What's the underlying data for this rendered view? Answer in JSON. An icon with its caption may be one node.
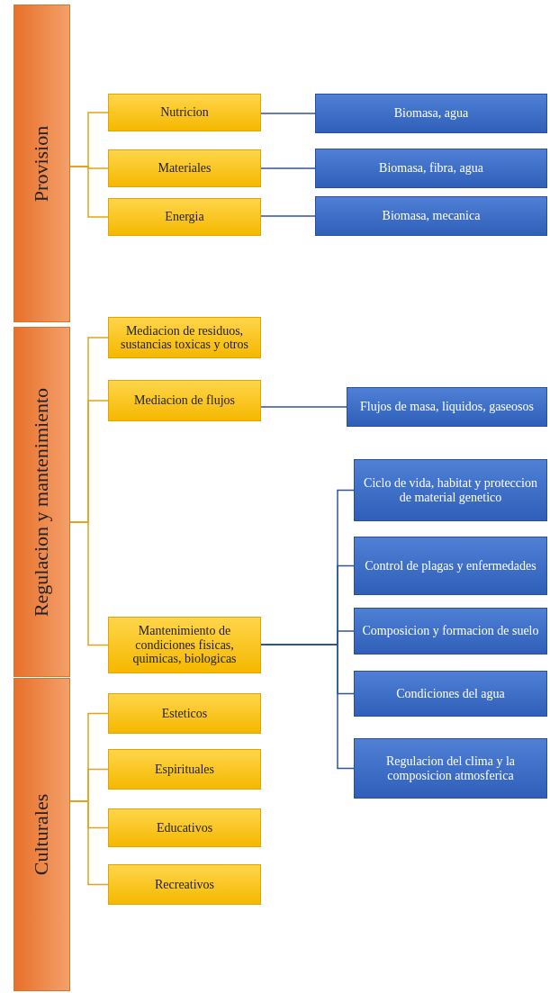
{
  "diagram": {
    "nodes": [
      {
        "text": [
          "Provision"
        ]
      },
      {
        "text": [
          "Nutricion"
        ]
      },
      {
        "text": [
          "Materiales"
        ]
      },
      {
        "text": [
          "Energia"
        ]
      },
      {
        "text": [
          "Biomasa, agua"
        ]
      },
      {
        "text": [
          "Biomasa, fibra, agua"
        ]
      },
      {
        "text": [
          "Biomasa, mecanica"
        ]
      },
      {
        "text": [
          "Regulacion y mantenimiento"
        ]
      },
      {
        "text": [
          "Mediacion de residuos, sustancias toxicas y otros"
        ]
      },
      {
        "text": [
          "Mediacion de flujos"
        ]
      },
      {
        "text": [
          "Mantenimiento de condiciones fisicas, quimicas, biologicas"
        ]
      },
      {
        "text": [
          "Flujos de masa, liquidos, gaseosos"
        ]
      },
      {
        "text": [
          "Ciclo de vida, habitat y proteccion de material genetico"
        ]
      },
      {
        "text": [
          "Control de plagas y enfermedades"
        ]
      },
      {
        "text": [
          "Composicion y formacion de suelo"
        ]
      },
      {
        "text": [
          "Condiciones del agua"
        ]
      },
      {
        "text": [
          "Regulacion del clima y la composicion atmosferica"
        ]
      },
      {
        "text": [
          "Culturales"
        ]
      },
      {
        "text": [
          "Esteticos"
        ]
      },
      {
        "text": [
          "Espirituales"
        ]
      },
      {
        "text": [
          "Educativos"
        ]
      },
      {
        "text": [
          "Recreativos"
        ]
      }
    ],
    "edges": [
      {
        "from": 0,
        "to": 1,
        "arrow": "none"
      },
      {
        "from": 0,
        "to": 2,
        "arrow": "none"
      },
      {
        "from": 0,
        "to": 3,
        "arrow": "none"
      },
      {
        "from": 1,
        "to": 4,
        "arrow": "none",
        "color": "#2f5597"
      },
      {
        "from": 2,
        "to": 5,
        "arrow": "none",
        "color": "#2f5597"
      },
      {
        "from": 3,
        "to": 6,
        "arrow": "none",
        "color": "#2f5597"
      },
      {
        "from": 7,
        "to": 8,
        "arrow": "none"
      },
      {
        "from": 7,
        "to": 9,
        "arrow": "none"
      },
      {
        "from": 7,
        "to": 10,
        "arrow": "none"
      },
      {
        "from": 9,
        "to": 11,
        "arrow": "none",
        "color": "#2f5597"
      },
      {
        "from": 10,
        "to": 12,
        "arrow": "none",
        "color": "#2f5597"
      },
      {
        "from": 10,
        "to": 13,
        "arrow": "none",
        "color": "#2f5597"
      },
      {
        "from": 10,
        "to": 14,
        "arrow": "none",
        "color": "#2f5597"
      },
      {
        "from": 10,
        "to": 15,
        "arrow": "none",
        "color": "#2f5597"
      },
      {
        "from": 10,
        "to": 16,
        "arrow": "none",
        "color": "#2f5597"
      },
      {
        "from": 17,
        "to": 18,
        "arrow": "none"
      },
      {
        "from": 17,
        "to": 19,
        "arrow": "none"
      },
      {
        "from": 17,
        "to": 20,
        "arrow": "none"
      },
      {
        "from": 17,
        "to": 21,
        "arrow": "none"
      }
    ]
  }
}
